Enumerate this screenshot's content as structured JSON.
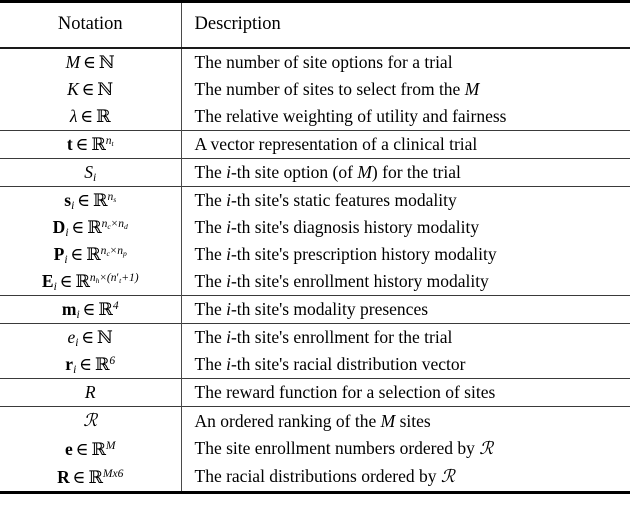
{
  "table": {
    "headers": {
      "notation": "Notation",
      "description": "Description"
    },
    "groups": [
      {
        "group_id": "scalars",
        "rows": [
          {
            "notation_text": "M ∈ ℕ",
            "description": "The number of site options for a trial"
          },
          {
            "notation_text": "K ∈ ℕ",
            "description": "The number of sites to select from the M"
          },
          {
            "notation_text": "λ ∈ ℝ",
            "description": "The relative weighting of utility and fairness"
          }
        ]
      },
      {
        "group_id": "trial-vector",
        "rows": [
          {
            "notation_text": "t ∈ ℝ^{n_t}",
            "description": "A vector representation of a clinical trial"
          }
        ]
      },
      {
        "group_id": "site-option",
        "rows": [
          {
            "notation_text": "S_i",
            "description": "The i-th site option (of M) for the trial"
          }
        ]
      },
      {
        "group_id": "modalities",
        "rows": [
          {
            "notation_text": "s_i ∈ ℝ^{n_s}",
            "description": "The i-th site's static features modality"
          },
          {
            "notation_text": "D_i ∈ ℝ^{n_c × n_d}",
            "description": "The i-th site's diagnosis history modality"
          },
          {
            "notation_text": "P_i ∈ ℝ^{n_c × n_p}",
            "description": "The i-th site's prescription history modality"
          },
          {
            "notation_text": "E_i ∈ ℝ^{n_h × (n'_t + 1)}",
            "description": "The i-th site's enrollment history modality"
          }
        ]
      },
      {
        "group_id": "modality-presence",
        "rows": [
          {
            "notation_text": "m_i ∈ ℝ^4",
            "description": "The i-th site's modality presences"
          }
        ]
      },
      {
        "group_id": "enrollment-racial",
        "rows": [
          {
            "notation_text": "e_i ∈ ℕ",
            "description": "The i-th site's enrollment for the trial"
          },
          {
            "notation_text": "r_i ∈ ℝ^6",
            "description": "The i-th site's racial distribution vector"
          }
        ]
      },
      {
        "group_id": "reward",
        "rows": [
          {
            "notation_text": "R",
            "description": "The reward function for a selection of sites"
          }
        ]
      },
      {
        "group_id": "ranking",
        "rows": [
          {
            "notation_text": "ℛ",
            "description": "An ordered ranking of the M sites"
          },
          {
            "notation_text": "e ∈ ℝ^M",
            "description": "The site enrollment numbers ordered by ℛ"
          },
          {
            "notation_text": "R ∈ ℝ^{Mx6}",
            "description": "The racial distributions ordered by ℛ"
          }
        ]
      }
    ]
  },
  "style": {
    "text_color": "#000000",
    "background_color": "#ffffff",
    "rule_color": "#000000"
  }
}
